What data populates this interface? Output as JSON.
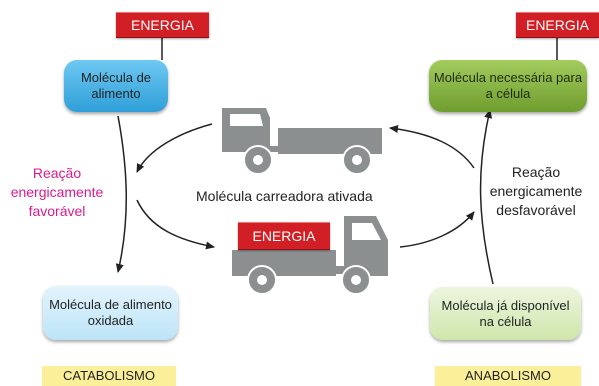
{
  "energy_label": "ENERGIA",
  "left": {
    "food_molecule": "Molécula de alimento",
    "reaction": "Reação energicamente favorável",
    "oxidized": "Molécula de alimento oxidada",
    "footer": "CATABOLISMO"
  },
  "right": {
    "needed_molecule": "Molécula necessária para a célula",
    "reaction": "Reação energicamente desfavorável",
    "available": "Molécula já disponível na célula",
    "footer": "ANABOLISMO"
  },
  "center_label": "Molécula carreadora ativada",
  "colors": {
    "energy_red": "#d11f25",
    "favorable_text": "#d81b8c",
    "blue_box": "#2f9fd8",
    "green_box": "#6f9d2e",
    "truck_gray": "#8c8f90",
    "footer_yellow": "#fbef9a"
  },
  "icons": [
    "empty-truck-icon",
    "loaded-truck-icon",
    "cycle-arrow-icon"
  ]
}
